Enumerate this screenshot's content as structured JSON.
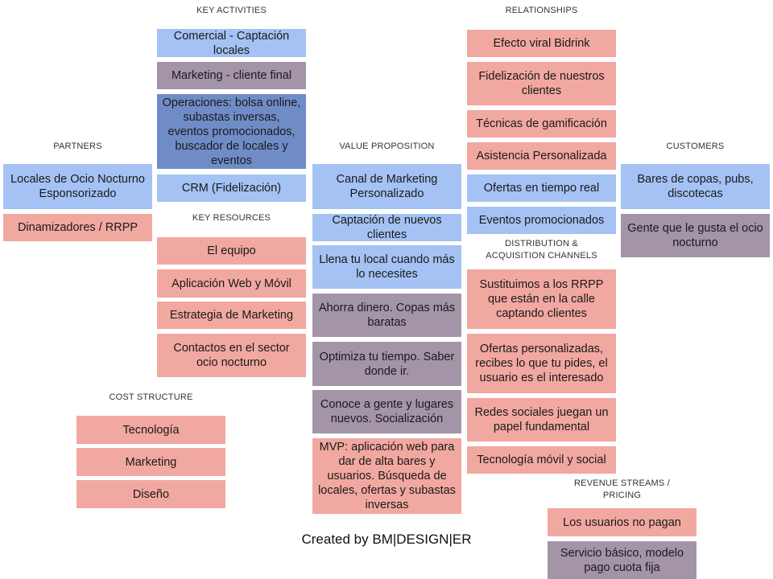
{
  "headers": {
    "key_activities": "KEY ACTIVITIES",
    "relationships": "RELATIONSHIPS",
    "partners": "PARTNERS",
    "value_proposition": "VALUE PROPOSITION",
    "customers": "CUSTOMERS",
    "key_resources": "KEY RESOURCES",
    "distribution": "DISTRIBUTION  &\nACQUISITION  CHANNELS",
    "cost_structure": "COST  STRUCTURE",
    "revenue": "REVENUE  STREAMS  /\nPRICING"
  },
  "partners": [
    "Locales de Ocio Nocturno Esponsorizado",
    "Dinamizadores / RRPP"
  ],
  "key_activities": [
    "Comercial - Captación locales",
    "Marketing - cliente final",
    "Operaciones: bolsa online, subastas inversas, eventos promocionados, buscador de locales y eventos",
    "CRM (Fidelización)"
  ],
  "key_resources": [
    "El equipo",
    "Aplicación Web y Móvil",
    "Estrategia de Marketing",
    "Contactos en el sector ocio nocturno"
  ],
  "value_proposition": [
    "Canal de Marketing Personalizado",
    "Captación de nuevos clientes",
    "Llena tu local cuando más lo necesites",
    "Ahorra dinero. Copas más baratas",
    "Optimiza tu tiempo. Saber donde ir.",
    "Conoce a gente y lugares nuevos. Socialización",
    "MVP: aplicación web para dar de alta bares y usuarios. Búsqueda de locales, ofertas y subastas inversas"
  ],
  "relationships": [
    "Efecto viral Bidrink",
    "Fidelización de nuestros clientes",
    "Técnicas de gamificación",
    "Asistencia Personalizada",
    "Ofertas  en tiempo real",
    "Eventos promocionados"
  ],
  "channels": [
    "Sustituimos a los RRPP que están en la calle captando clientes",
    "Ofertas personalizadas, recibes lo que tu pides, el usuario es el interesado",
    "Redes sociales juegan un papel fundamental",
    "Tecnología móvil y social"
  ],
  "customers": [
    "Bares de copas, pubs, discotecas",
    "Gente que le gusta el ocio nocturno"
  ],
  "cost_structure": [
    "Tecnología",
    "Marketing",
    "Diseño"
  ],
  "revenue": [
    "Los usuarios no pagan",
    "Servicio básico, modelo pago cuota fija"
  ],
  "footer": "Created by BM|DESIGN|ER",
  "colors": {
    "blue": "#a4c2f4",
    "pink": "#f1a8a0",
    "mauve": "#a494a8",
    "navy": "#6f8cc7"
  }
}
